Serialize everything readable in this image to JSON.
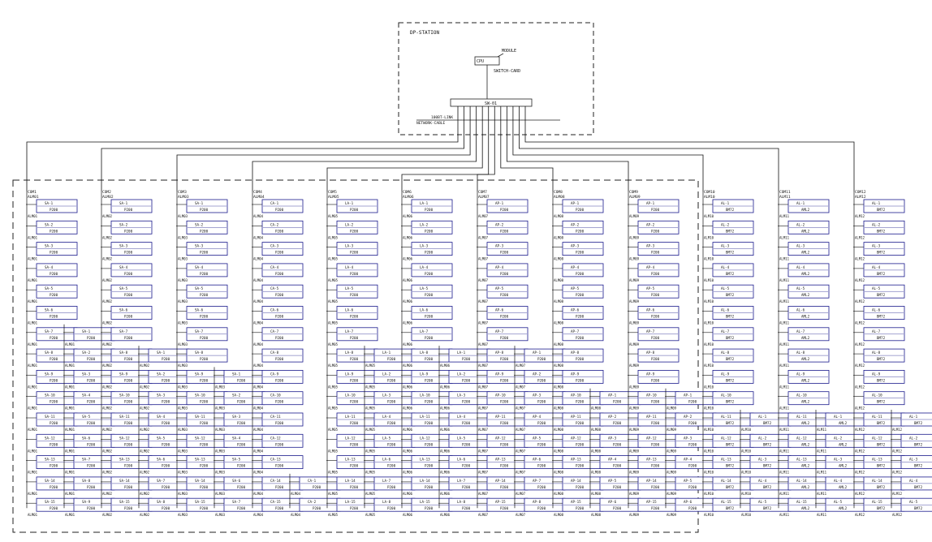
{
  "header": {
    "server_title": "DP-STATION",
    "top_label": "MODULE",
    "cpu_label": "CPU",
    "cpu_sub": "SWITCH-CARD",
    "hub_label": "SW-01",
    "bus_label_1": "100BT-LINK",
    "bus_label_2": "NETWORK-CABLE"
  },
  "column_groups": [
    {
      "code": "COM1",
      "prefix": "ALM01",
      "module": "SA-",
      "dev": "P200"
    },
    {
      "code": "COM2",
      "prefix": "ALM02",
      "module": "SA-",
      "dev": "P200"
    },
    {
      "code": "COM3",
      "prefix": "ALM03",
      "module": "SA-",
      "dev": "P200"
    },
    {
      "code": "COM4",
      "prefix": "ALM04",
      "module": "CA-",
      "dev": "P200"
    },
    {
      "code": "COM5",
      "prefix": "ALM05",
      "module": "LA-",
      "dev": "P200"
    },
    {
      "code": "COM6",
      "prefix": "ALM06",
      "module": "LA-",
      "dev": "P200"
    },
    {
      "code": "COM7",
      "prefix": "ALM07",
      "module": "AP-",
      "dev": "P200"
    },
    {
      "code": "COM8",
      "prefix": "ALM08",
      "module": "AP-",
      "dev": "P200"
    },
    {
      "code": "COM9",
      "prefix": "ALM09",
      "module": "AP-",
      "dev": "P200"
    },
    {
      "code": "COM10",
      "prefix": "ALM10",
      "module": "AL-",
      "dev": "BM72"
    },
    {
      "code": "COM11",
      "prefix": "ALM11",
      "module": "AL-",
      "dev": "AML2"
    },
    {
      "code": "COM12",
      "prefix": "ALM12",
      "module": "AL-",
      "dev": "BM72"
    }
  ]
}
